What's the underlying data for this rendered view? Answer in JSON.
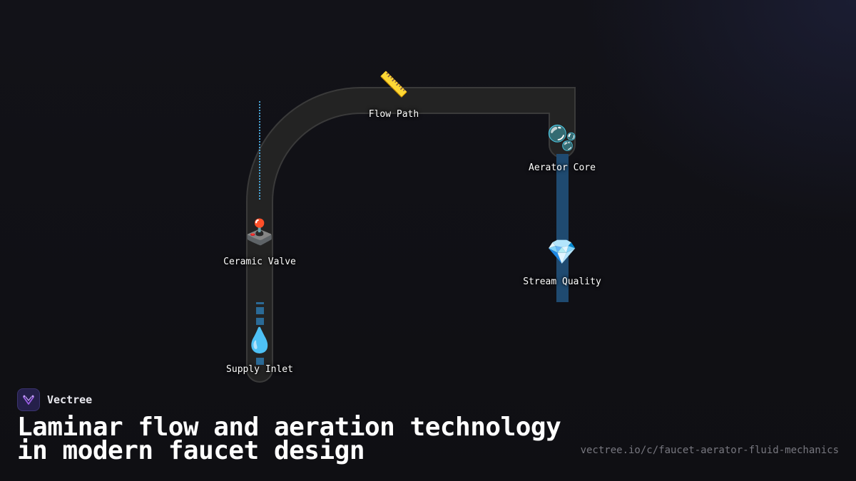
{
  "diagram": {
    "nodes": [
      {
        "id": "supply-inlet",
        "label": "Supply Inlet",
        "icon": "water-droplet-icon",
        "glyph": "💧"
      },
      {
        "id": "ceramic-valve",
        "label": "Ceramic Valve",
        "icon": "joystick-icon",
        "glyph": "🕹️"
      },
      {
        "id": "flow-path",
        "label": "Flow Path",
        "icon": "ruler-icon",
        "glyph": "📏"
      },
      {
        "id": "aerator-core",
        "label": "Aerator Core",
        "icon": "bubbles-icon",
        "glyph": "🫧"
      },
      {
        "id": "stream-quality",
        "label": "Stream Quality",
        "icon": "gem-icon",
        "glyph": "💎"
      }
    ],
    "colors": {
      "pipe_fill": "#232323",
      "pipe_stroke": "#3a3a3a",
      "inlet_water": "#2b6a96",
      "stream": "#1f4a70",
      "measure_line": "#4aa6d8"
    }
  },
  "brand": {
    "name": "Vectree",
    "logo_icon": "vectree-logo-icon",
    "logo_color": "#9b5de5"
  },
  "headline": {
    "line1": "Laminar flow and aeration technology",
    "line2": "in modern faucet design"
  },
  "source": {
    "url": "vectree.io/c/faucet-aerator-fluid-mechanics"
  }
}
